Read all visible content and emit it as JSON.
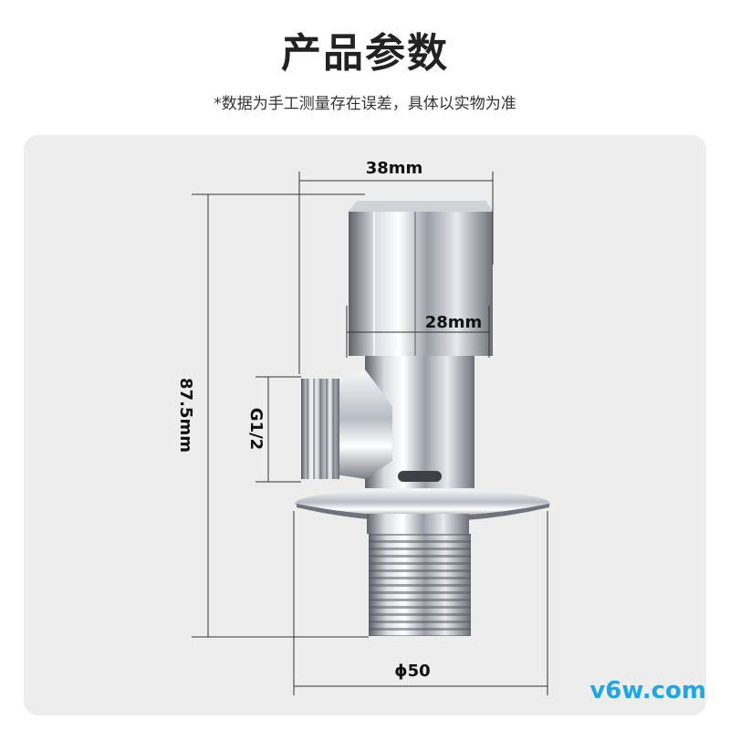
{
  "header": {
    "title": "产品参数",
    "note": "*数据为手工测量存在误差，具体以实物为准"
  },
  "dimensions": {
    "top_width": "38mm",
    "stem_width": "28mm",
    "height": "87.5mm",
    "thread": "G1/2",
    "flange_diameter": "ϕ50"
  },
  "watermark": "v6w.com",
  "colors": {
    "panel": "#ededed",
    "dim_line": "#333333",
    "chrome_dark": "#6b6f75",
    "chrome_light": "#f4f6f8",
    "watermark": "#1ea7e6"
  }
}
